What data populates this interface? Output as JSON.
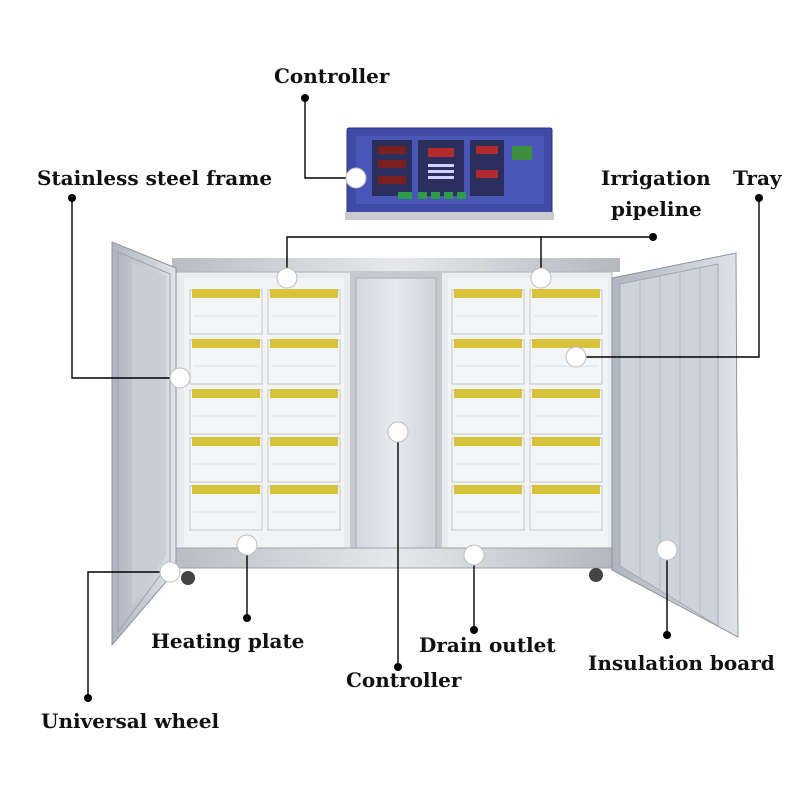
{
  "labels": {
    "controller_top": "Controller",
    "stainless_steel_frame": "Stainless steel frame",
    "irrigation_pipeline_line1": "Irrigation",
    "irrigation_pipeline_line2": "pipeline",
    "tray": "Tray",
    "heating_plate": "Heating plate",
    "drain_outlet": "Drain outlet",
    "insulation_board": "Insulation board",
    "controller_bottom": "Controller",
    "universal_wheel": "Universal wheel"
  },
  "colors": {
    "panel_blue": "#3f4aa6",
    "stainless": "#cfd2d6",
    "tray_white": "#f4f5f6",
    "sprouts": "#d8c23a",
    "door_panel": "#c7cdd6"
  }
}
